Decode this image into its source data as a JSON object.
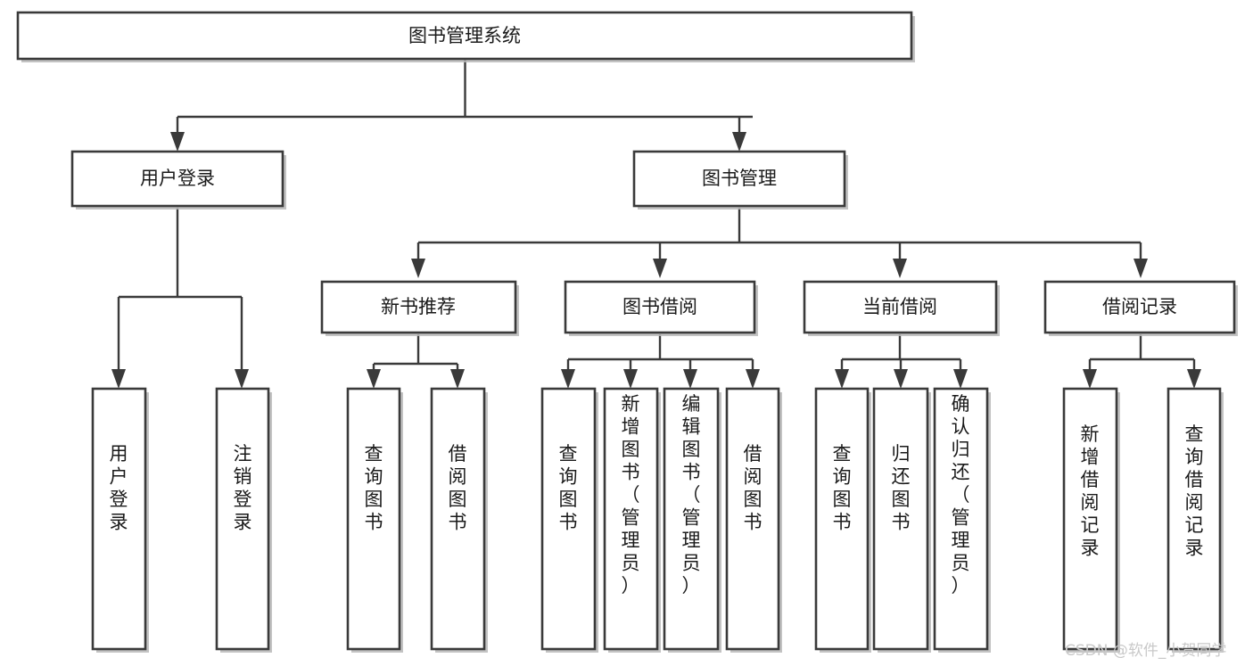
{
  "diagram": {
    "title": "图书管理系统",
    "type": "hierarchy-tree",
    "orientation": "top-down",
    "colors": {
      "box_stroke": "#3a3a3a",
      "box_fill": "#ffffff",
      "connector": "#3a3a3a",
      "text": "#1a1a1a",
      "watermark": "#c9c9c9",
      "canvas": "#ffffff"
    },
    "levels": [
      {
        "level": 1,
        "nodes": [
          {
            "id": "root",
            "label": "图书管理系统",
            "orientation": "horizontal"
          }
        ]
      },
      {
        "level": 2,
        "nodes": [
          {
            "id": "user-login",
            "label": "用户登录",
            "orientation": "horizontal",
            "parent": "root"
          },
          {
            "id": "book-manage",
            "label": "图书管理",
            "orientation": "horizontal",
            "parent": "root"
          }
        ]
      },
      {
        "level": 3,
        "nodes": [
          {
            "id": "new-book-recommend",
            "label": "新书推荐",
            "orientation": "horizontal",
            "parent": "book-manage"
          },
          {
            "id": "book-borrow",
            "label": "图书借阅",
            "orientation": "horizontal",
            "parent": "book-manage"
          },
          {
            "id": "current-borrow",
            "label": "当前借阅",
            "orientation": "horizontal",
            "parent": "book-manage"
          },
          {
            "id": "borrow-record",
            "label": "借阅记录",
            "orientation": "horizontal",
            "parent": "book-manage"
          }
        ]
      },
      {
        "level": 4,
        "nodes": [
          {
            "id": "leaf-user-login",
            "label": "用户登录",
            "orientation": "vertical",
            "parent": "user-login"
          },
          {
            "id": "leaf-user-logout",
            "label": "注销登录",
            "orientation": "vertical",
            "parent": "user-login"
          },
          {
            "id": "leaf-query-book-1",
            "label": "查询图书",
            "orientation": "vertical",
            "parent": "new-book-recommend"
          },
          {
            "id": "leaf-borrow-book-1",
            "label": "借阅图书",
            "orientation": "vertical",
            "parent": "new-book-recommend"
          },
          {
            "id": "leaf-query-book-2",
            "label": "查询图书",
            "orientation": "vertical",
            "parent": "book-borrow"
          },
          {
            "id": "leaf-add-book",
            "label": "新增图书（管理员）",
            "orientation": "vertical",
            "parent": "book-borrow"
          },
          {
            "id": "leaf-edit-book",
            "label": "编辑图书（管理员）",
            "orientation": "vertical",
            "parent": "book-borrow"
          },
          {
            "id": "leaf-borrow-book-2",
            "label": "借阅图书",
            "orientation": "vertical",
            "parent": "book-borrow"
          },
          {
            "id": "leaf-query-book-3",
            "label": "查询图书",
            "orientation": "vertical",
            "parent": "current-borrow"
          },
          {
            "id": "leaf-return-book",
            "label": "归还图书",
            "orientation": "vertical",
            "parent": "current-borrow"
          },
          {
            "id": "leaf-confirm-return",
            "label": "确认归还（管理员）",
            "orientation": "vertical",
            "parent": "current-borrow"
          },
          {
            "id": "leaf-add-record",
            "label": "新增借阅记录",
            "orientation": "vertical",
            "parent": "borrow-record"
          },
          {
            "id": "leaf-query-record",
            "label": "查询借阅记录",
            "orientation": "vertical",
            "parent": "borrow-record"
          }
        ]
      }
    ],
    "watermark": "CSDN @软件_小贺同学"
  }
}
